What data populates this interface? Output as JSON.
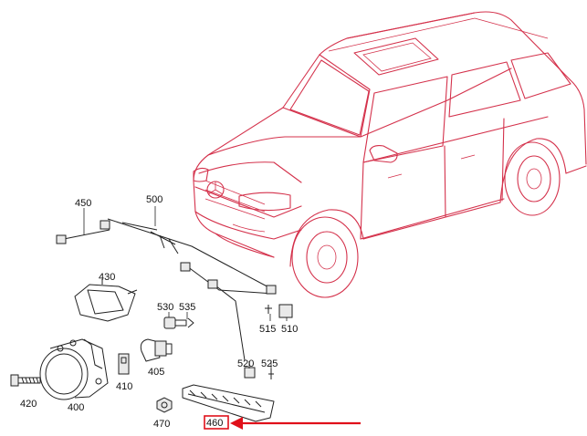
{
  "diagram": {
    "colors": {
      "vehicle_outline": "#d4314b",
      "part_outline": "#222222",
      "highlight": "#e0101a"
    },
    "callouts": {
      "c450": "450",
      "c500": "500",
      "c430": "430",
      "c530": "530",
      "c535": "535",
      "c515": "515",
      "c510": "510",
      "c520": "520",
      "c525": "525",
      "c405": "405",
      "c410": "410",
      "c420": "420",
      "c400": "400",
      "c470": "470",
      "c460": "460"
    },
    "highlighted_part": "460",
    "icons": {
      "vehicle": "suv-outline-icon",
      "arrow": "arrow-left-icon"
    }
  }
}
